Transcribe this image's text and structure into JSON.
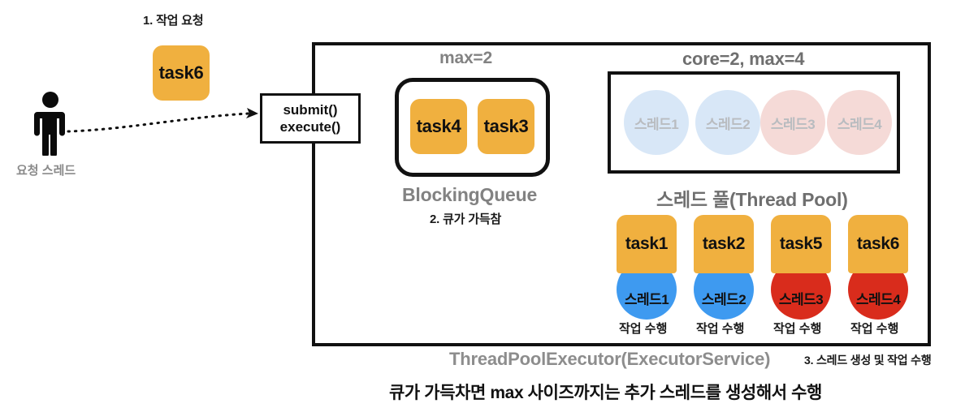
{
  "diagram": {
    "steps": {
      "step1": "1. 작업 요청",
      "step2": "2. 큐가 가득참",
      "step3": "3. 스레드 생성 및 작업 수행"
    },
    "actor": {
      "icon": "person-icon",
      "label": "요청 스레드"
    },
    "incoming_task": {
      "label": "task6"
    },
    "entry_point": {
      "line1": "submit()",
      "line2": "execute()"
    },
    "queue": {
      "capacity_label": "max=2",
      "title": "BlockingQueue",
      "items": [
        {
          "label": "task4"
        },
        {
          "label": "task3"
        }
      ]
    },
    "pool": {
      "config_label": "core=2, max=4",
      "title": "스레드 풀(Thread Pool)",
      "slots": [
        {
          "label": "스레드1",
          "state": "idle-core",
          "color": "#D8E7F7"
        },
        {
          "label": "스레드2",
          "state": "idle-core",
          "color": "#D8E7F7"
        },
        {
          "label": "스레드3",
          "state": "idle-extra",
          "color": "#F5DAD7"
        },
        {
          "label": "스레드4",
          "state": "idle-extra",
          "color": "#F5DAD7"
        }
      ]
    },
    "running": {
      "work_label": "작업 수행",
      "lanes": [
        {
          "task": "task1",
          "thread": "스레드1",
          "color": "#3E9AF0"
        },
        {
          "task": "task2",
          "thread": "스레드2",
          "color": "#3E9AF0"
        },
        {
          "task": "task5",
          "thread": "스레드3",
          "color": "#D92C1C"
        },
        {
          "task": "task6",
          "thread": "스레드4",
          "color": "#D92C1C"
        }
      ]
    },
    "executor": {
      "title": "ThreadPoolExecutor(ExecutorService)"
    },
    "caption": "큐가 가득차면 max 사이즈까지는 추가 스레드를 생성해서 수행",
    "colors": {
      "task_orange": "#F0B03F",
      "thread_blue": "#3E9AF0",
      "thread_red": "#D92C1C",
      "pale_blue": "#D8E7F7",
      "pale_pink": "#F5DAD7",
      "gray_text": "#828282",
      "ink": "#111111"
    }
  }
}
